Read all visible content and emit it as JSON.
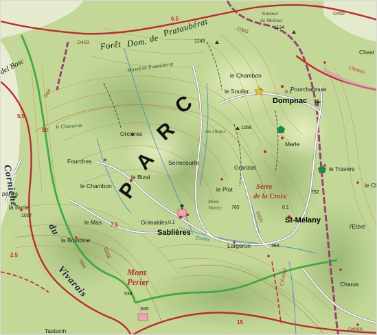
{
  "map": {
    "park_letters": [
      "P",
      "A",
      "R",
      "C"
    ],
    "forest": {
      "line": [
        "Forêt",
        "Dom.",
        "de",
        "Prataubérat"
      ],
      "bosc": "p del Bosc",
      "corniche": "Corniche",
      "du": "du",
      "vivarais": "Vivarais"
    },
    "places": {
      "sablieres": "Sablières",
      "dompnac": "Dompnac",
      "st_melany": "St-Mélany",
      "le_chambon_ne": "le Chambon",
      "le_soulier": "le Soulier",
      "pourcharesse": "Pourcharesse",
      "chast": "Chast",
      "orcieres": "Orcières",
      "fourches": "Fourches",
      "serrecourte": "Serrecourte",
      "le_bizal": "le Bizal",
      "le_chambon_w": "le Chambon",
      "granzial": "Granzial",
      "le_plot": "le Plot",
      "merle": "Merle",
      "le_travers": "le Travers",
      "le_ch": "le Ch",
      "le_mas": "le Mas",
      "grimaldes": "Grimaldès",
      "largeron": "Largeron",
      "lelzet": "l'Elzet",
      "charus": "Charus",
      "tastavin": "Tastavin",
      "la_bombine": "la Bombine",
      "la_borie": "la Borie",
      "pones": "pones"
    },
    "massifs": {
      "serre_croix": [
        "Serre",
        "de la Croix"
      ],
      "mont_perier": [
        "Mont",
        "Perier"
      ]
    },
    "features": {
      "sommet_molosa": [
        "Sommet",
        "de Molosa"
      ],
      "mont_volvey": [
        "Mont",
        "Volvey"
      ],
      "massif_prataubérat": "Massif de Prataubérat",
      "les_ondes": "les Ondes",
      "le_chaneiras": "le Chaneiras",
      "drobie": "Drobie",
      "cevenol": "Cévenol",
      "route_tag": "Chemin"
    },
    "elevations": {
      "e1134": "1134",
      "e1249": "1249",
      "e1056": "1056",
      "e752": "752",
      "e785": "785",
      "e364": "364",
      "e538": "538",
      "e845": "845",
      "e1007": "1007",
      "e01a": "0.1",
      "e01b": "0.1",
      "e01c": "0.1"
    },
    "roads": {
      "d403": "D403",
      "d226": "D226",
      "d220": "D220",
      "g84": "G84",
      "d456a": "D456A",
      "d303": "D303",
      "g64": "G64",
      "d450": "D450"
    },
    "red_numbers": {
      "n55": "5.5",
      "n25": "2.5",
      "n75": "7.5",
      "n15": "15",
      "n50": "50",
      "n65": "6.5"
    },
    "colors": {
      "forest_green": "#b9d18c",
      "relief_shadow": "#8ea86a",
      "contour": "#b98a52",
      "red_road": "#c0282f",
      "magenta_boundary": "#8e2a6a",
      "green_trail": "#39a83a",
      "white_road": "#ffffff",
      "stream_blue": "#3a7fd1"
    }
  }
}
